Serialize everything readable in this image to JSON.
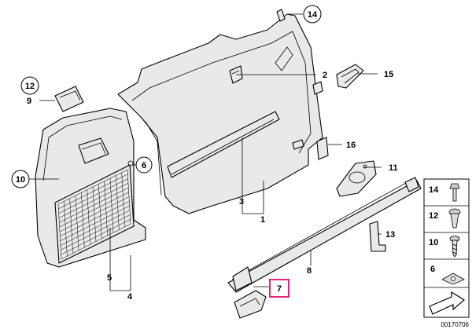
{
  "callouts": {
    "c1": "1",
    "c2": "2",
    "c3": "3",
    "c4": "4",
    "c5": "5",
    "c6": "6",
    "c7": "7",
    "c8": "8",
    "c9": "9",
    "c10": "10",
    "c11": "11",
    "c12": "12",
    "c13": "13",
    "c14": "14",
    "c15": "15",
    "c16": "16"
  },
  "legend": {
    "items": [
      {
        "label": "14"
      },
      {
        "label": "12"
      },
      {
        "label": "10"
      },
      {
        "label": "6"
      }
    ]
  },
  "reference_number": "00170706",
  "colors": {
    "highlight": "#e0267a",
    "part_fill": "#e9e9e9",
    "outline": "#000000"
  }
}
